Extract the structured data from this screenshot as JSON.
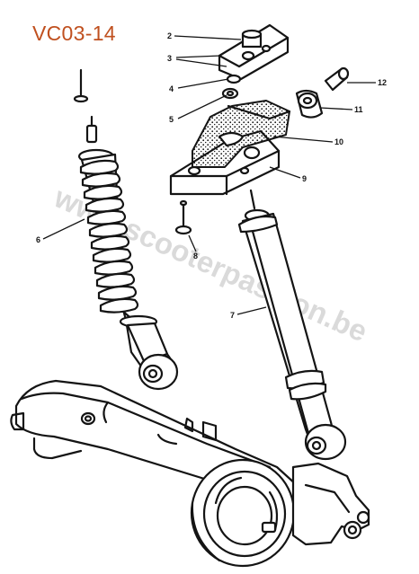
{
  "diagram": {
    "code": "VC03-14",
    "code_color": "#c0501f",
    "watermark": "www.scooterpassion.be",
    "callouts": [
      {
        "id": "2",
        "label": "2"
      },
      {
        "id": "3",
        "label": "3"
      },
      {
        "id": "4",
        "label": "4"
      },
      {
        "id": "5",
        "label": "5"
      },
      {
        "id": "6",
        "label": "6"
      },
      {
        "id": "7",
        "label": "7"
      },
      {
        "id": "8",
        "label": "8"
      },
      {
        "id": "9",
        "label": "9"
      },
      {
        "id": "10",
        "label": "10"
      },
      {
        "id": "11",
        "label": "11"
      },
      {
        "id": "12",
        "label": "12"
      }
    ]
  }
}
